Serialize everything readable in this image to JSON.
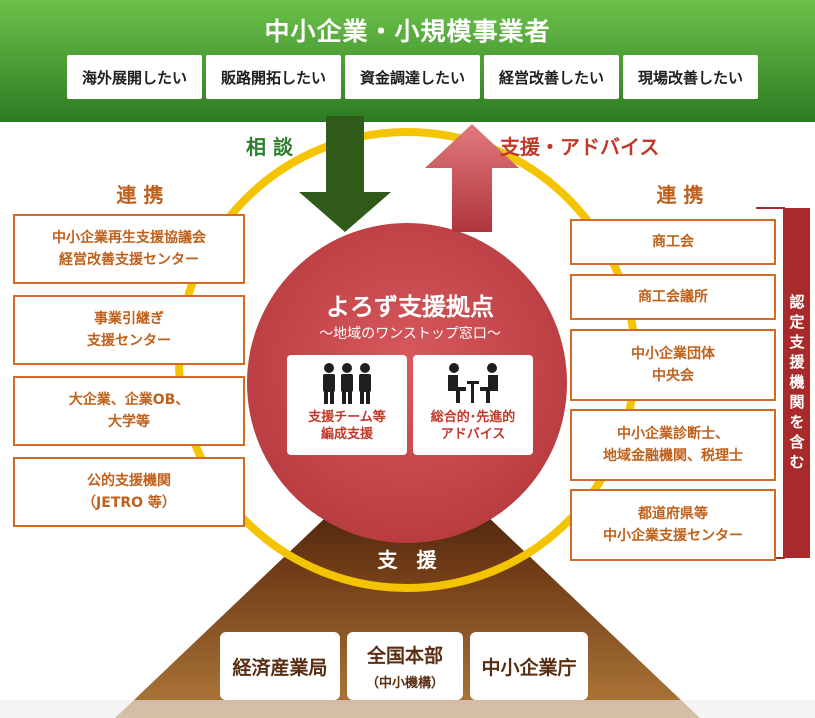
{
  "header": {
    "title": "中小企業・小規模事業者",
    "needs": [
      "海外展開したい",
      "販路開拓したい",
      "資金調達したい",
      "経営改善したい",
      "現場改善したい"
    ]
  },
  "arrows": {
    "consult_label": "相 談",
    "support_label": "支援・アドバイス"
  },
  "left": {
    "heading": "連 携",
    "partners": [
      "中小企業再生支援協議会\n経営改善支援センター",
      "事業引継ぎ\n支援センター",
      "大企業、企業OB、\n大学等",
      "公的支援機関\n（JETRO 等）"
    ]
  },
  "right": {
    "heading": "連 携",
    "partners": [
      "商工会",
      "商工会議所",
      "中小企業団体\n中央会",
      "中小企業診断士、\n地域金融機関、税理士",
      "都道府県等\n中小企業支援センター"
    ],
    "vertical_label": [
      "認",
      "定",
      "支",
      "援",
      "機",
      "関",
      "を",
      "含",
      "む"
    ]
  },
  "hub": {
    "title": "よろず支援拠点",
    "subtitle": "〜地域のワンストップ窓口〜",
    "services": [
      {
        "label": "支援チーム等\n編成支援",
        "icon": "team-icon"
      },
      {
        "label": "総合的･先進的\nアドバイス",
        "icon": "consultation-icon"
      }
    ]
  },
  "base": {
    "support_label": "支 援",
    "bodies": [
      {
        "name": "経済産業局",
        "sub": ""
      },
      {
        "name": "全国本部",
        "sub": "（中小機構）"
      },
      {
        "name": "中小企業庁",
        "sub": ""
      }
    ]
  },
  "colors": {
    "header_green": "#3a8a2a",
    "ring_yellow": "#f5c400",
    "hub_red": "#c9474b",
    "partner_orange": "#d36a25",
    "base_brown": "#7a4218",
    "label_green": "#2f7d2f",
    "label_red": "#c0392b"
  }
}
